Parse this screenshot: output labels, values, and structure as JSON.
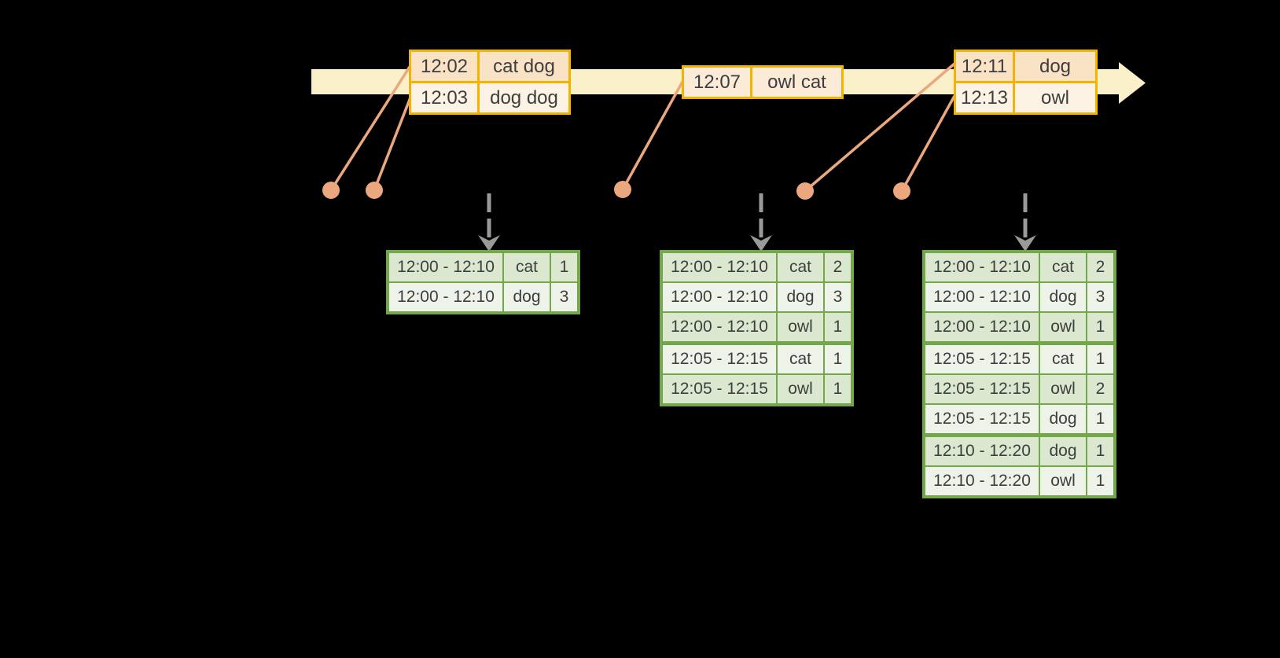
{
  "colors": {
    "background": "#000000",
    "timeline_fill": "#FAF0CA",
    "event_table_border": "#F3B301",
    "event_row_dark": "#FAE2C4",
    "event_row_light": "#FCF3E4",
    "event_row_mid": "#FBEBD7",
    "connector": "#EBA87E",
    "trigger_arrow": "#9A9A9A",
    "result_table_border": "#73A84A",
    "result_row_dark": "#DCE7CF",
    "result_row_light": "#EEF3E9",
    "text": "#3E3E3E"
  },
  "timeline": {
    "events": [
      {
        "time": "12:02",
        "words": "cat dog"
      },
      {
        "time": "12:03",
        "words": "dog dog"
      },
      {
        "time": "12:07",
        "words": "owl cat"
      },
      {
        "time": "12:11",
        "words": "dog"
      },
      {
        "time": "12:13",
        "words": "owl"
      }
    ]
  },
  "result_tables": [
    {
      "rows": [
        {
          "window": "12:00 - 12:10",
          "word": "cat",
          "count": "1"
        },
        {
          "window": "12:00 - 12:10",
          "word": "dog",
          "count": "3"
        }
      ]
    },
    {
      "rows": [
        {
          "window": "12:00 - 12:10",
          "word": "cat",
          "count": "2"
        },
        {
          "window": "12:00 - 12:10",
          "word": "dog",
          "count": "3"
        },
        {
          "window": "12:00 - 12:10",
          "word": "owl",
          "count": "1"
        },
        {
          "window": "12:05 - 12:15",
          "word": "cat",
          "count": "1"
        },
        {
          "window": "12:05 - 12:15",
          "word": "owl",
          "count": "1"
        }
      ]
    },
    {
      "rows": [
        {
          "window": "12:00 - 12:10",
          "word": "cat",
          "count": "2"
        },
        {
          "window": "12:00 - 12:10",
          "word": "dog",
          "count": "3"
        },
        {
          "window": "12:00 - 12:10",
          "word": "owl",
          "count": "1"
        },
        {
          "window": "12:05 - 12:15",
          "word": "cat",
          "count": "1"
        },
        {
          "window": "12:05 - 12:15",
          "word": "owl",
          "count": "2"
        },
        {
          "window": "12:05 - 12:15",
          "word": "dog",
          "count": "1"
        },
        {
          "window": "12:10 - 12:20",
          "word": "dog",
          "count": "1"
        },
        {
          "window": "12:10 - 12:20",
          "word": "owl",
          "count": "1"
        }
      ]
    }
  ]
}
